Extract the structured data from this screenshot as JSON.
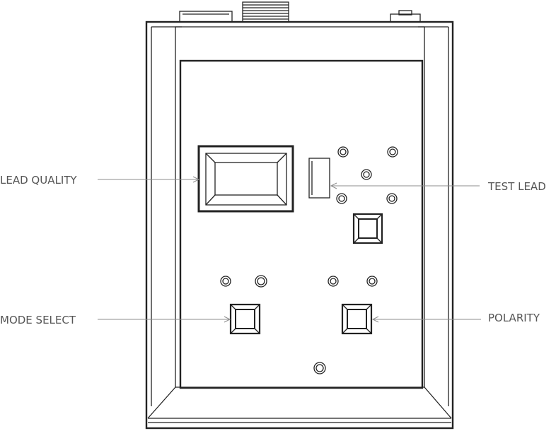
{
  "callouts": {
    "lead_quality": "LEAD QUALITY",
    "test_lead": "TEST LEAD",
    "mode_select": "MODE SELECT",
    "polarity": "POLARITY"
  },
  "colors": {
    "line": "#222222",
    "leader": "#8c8c8c",
    "label": "#555555",
    "background": "#ffffff"
  }
}
